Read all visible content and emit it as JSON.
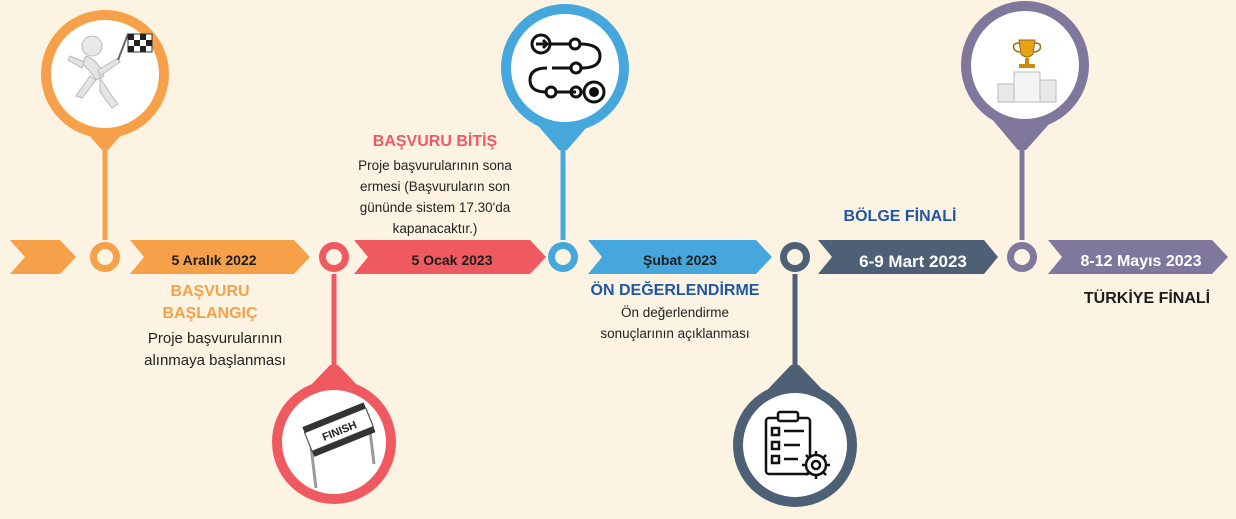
{
  "colors": {
    "background": "#fdf3e2",
    "orange": "#f6a14a",
    "red": "#ef5a60",
    "blue": "#45a7dc",
    "navy": "#4d6075",
    "purple": "#7f779c"
  },
  "milestones": [
    {
      "date": "5 Aralık 2022",
      "title_line1": "BAŞVURU",
      "title_line2": "BAŞLANGIÇ",
      "description_line1": "Proje başvurularının",
      "description_line2": "alınmaya başlanması",
      "icon": "runner-with-checkered-flag-icon",
      "color": "#f6a14a"
    },
    {
      "date": "5 Ocak 2023",
      "title": "BAŞVURU BİTİŞ",
      "description_line1": "Proje başvurularının sona",
      "description_line2": "ermesi (Başvuruların son",
      "description_line3": "gününde sistem 17.30'da",
      "description_line4": "kapanacaktır.)",
      "icon": "finish-line-banner-icon",
      "icon_text": "FINISH",
      "color": "#ef5a60"
    },
    {
      "date": "Şubat 2023",
      "title": "ÖN DEĞERLENDİRME",
      "description_line1": "Ön değerlendirme",
      "description_line2": "sonuçlarının açıklanması",
      "icon": "process-path-icon",
      "color": "#45a7dc"
    },
    {
      "date": "6-9 Mart 2023",
      "title": "BÖLGE FİNALİ",
      "icon": "checklist-gear-icon",
      "color": "#4d6075"
    },
    {
      "date": "8-12 Mayıs 2023",
      "title": "TÜRKİYE FİNALİ",
      "icon": "trophy-podium-icon",
      "color": "#7f779c"
    }
  ]
}
